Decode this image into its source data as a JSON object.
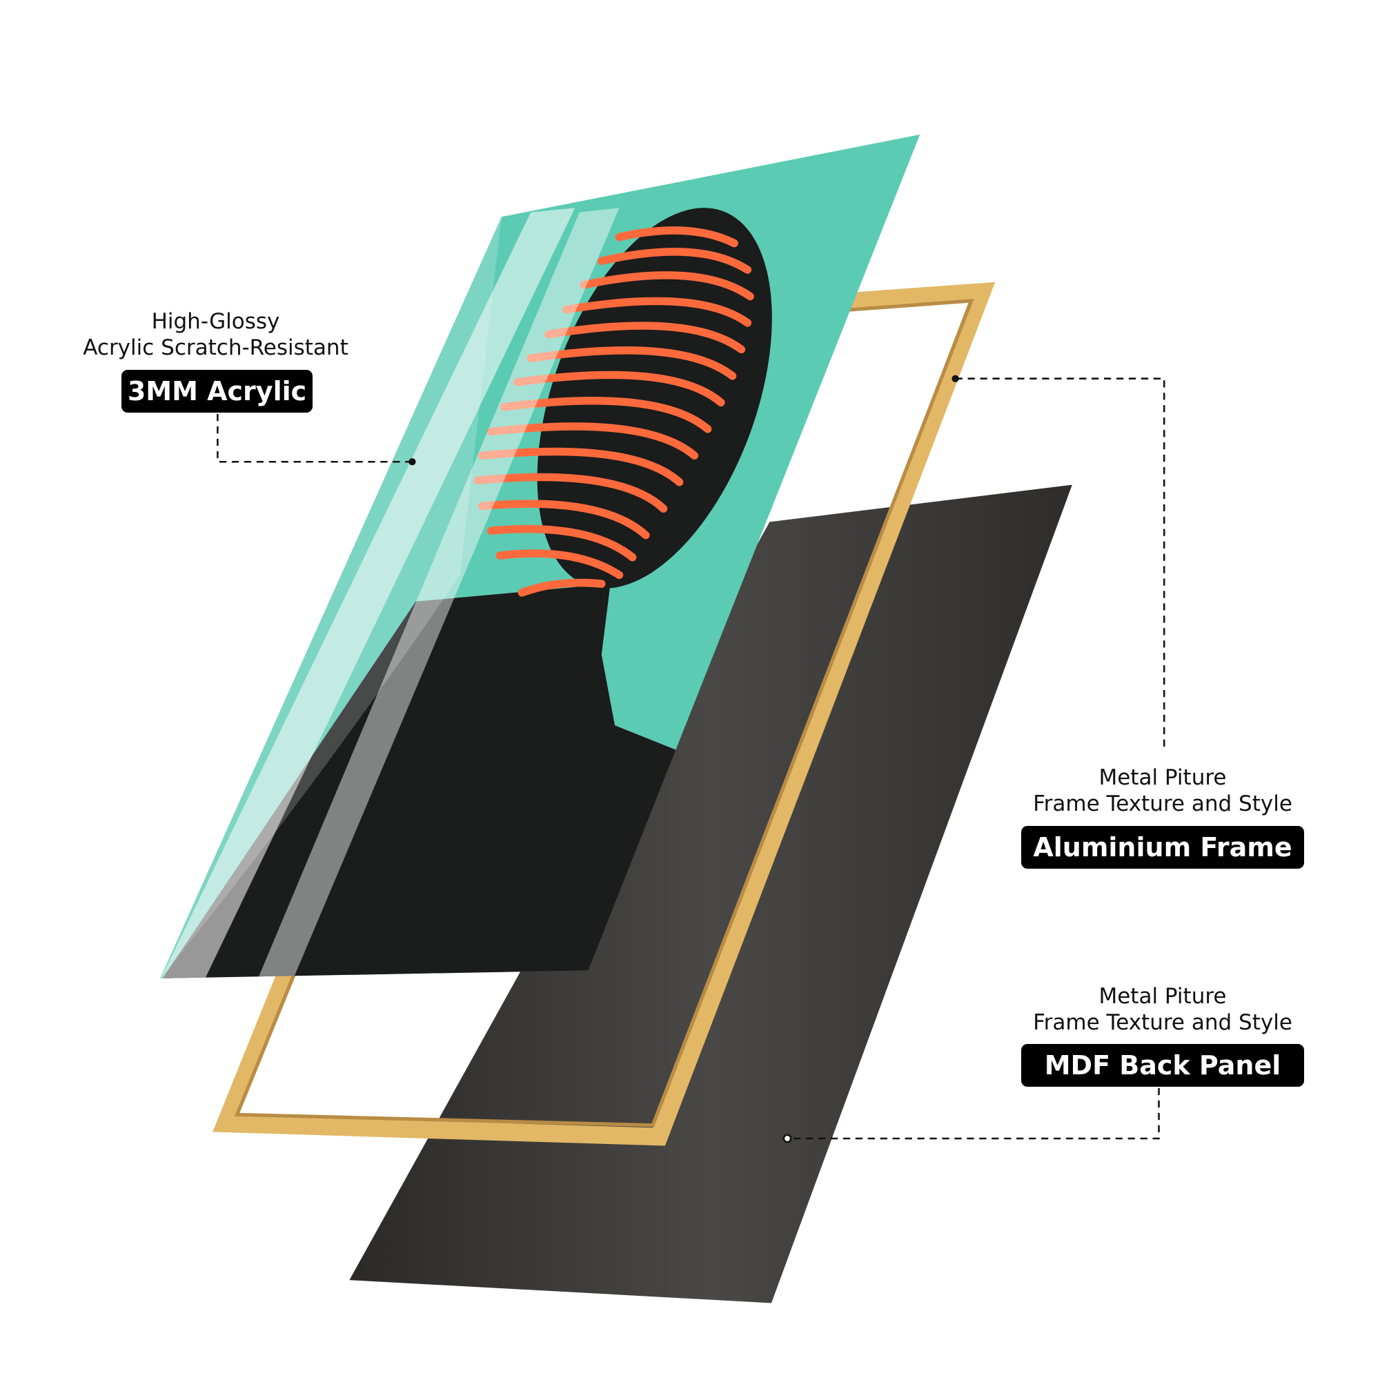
{
  "labels": {
    "acrylic": {
      "caption_line1": "High-Glossy",
      "caption_line2": "Acrylic Scratch-Resistant",
      "badge": "3MM Acrylic"
    },
    "frame": {
      "caption_line1": "Metal Piture",
      "caption_line2": "Frame Texture and Style",
      "badge": "Aluminium Frame"
    },
    "panel": {
      "caption_line1": "Metal Piture",
      "caption_line2": "Frame Texture and Style",
      "badge": "MDF Back Panel"
    }
  },
  "colors": {
    "teal": "#5ccbb3",
    "gold": "#e2b866",
    "panel": "#3a3836",
    "stripe": "#ff6a3d",
    "silhouette": "#1b1c1c"
  }
}
